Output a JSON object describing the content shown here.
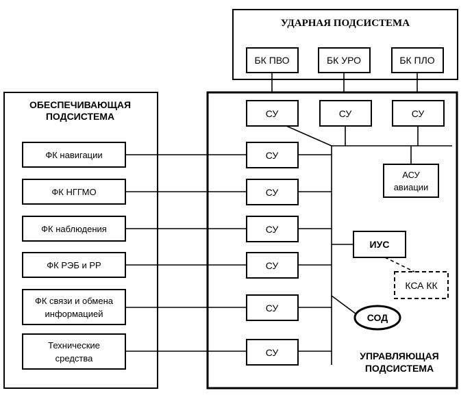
{
  "strike": {
    "title": "УДАРНАЯ ПОДСИСТЕМА",
    "units": [
      "БК ПВО",
      "БК УРО",
      "БК ПЛО"
    ]
  },
  "support": {
    "title_line1": "ОБЕСПЕЧИВАЮЩАЯ",
    "title_line2": "ПОДСИСТЕМА",
    "items": [
      {
        "line1": "ФК навигации",
        "line2": ""
      },
      {
        "line1": "ФК НГГМО",
        "line2": ""
      },
      {
        "line1": "ФК наблюдения",
        "line2": ""
      },
      {
        "line1": "ФК РЭБ и РР",
        "line2": ""
      },
      {
        "line1": "ФК связи и обмена",
        "line2": "информацией"
      },
      {
        "line1": "Технические",
        "line2": "средства"
      }
    ]
  },
  "control": {
    "title_line1": "УПРАВЛЯЮЩАЯ",
    "title_line2": "ПОДСИСТЕМА",
    "su_label": "СУ",
    "asu_line1": "АСУ",
    "asu_line2": "авиации",
    "ius": "ИУС",
    "ksa": "КСА КК",
    "sod": "СОД"
  }
}
